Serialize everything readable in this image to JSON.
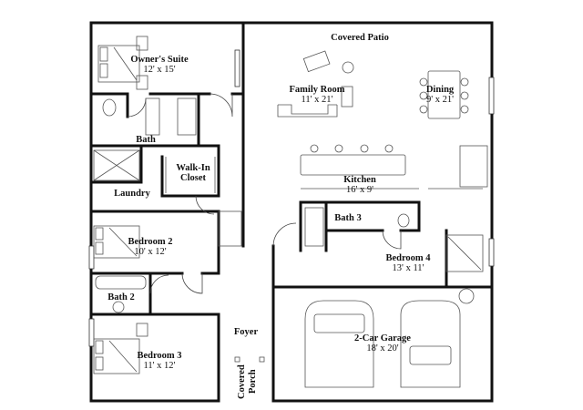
{
  "rooms": {
    "covered_patio": {
      "name": "Covered Patio"
    },
    "owners_suite": {
      "name": "Owner's Suite",
      "dims": "12' x 15'"
    },
    "family_room": {
      "name": "Family Room",
      "dims": "11' x 21'"
    },
    "dining": {
      "name": "Dining",
      "dims": "9' x 21'"
    },
    "bath": {
      "name": "Bath"
    },
    "walk_in_closet": {
      "name": "Walk-In",
      "name2": "Closet"
    },
    "laundry": {
      "name": "Laundry"
    },
    "kitchen": {
      "name": "Kitchen",
      "dims": "16' x 9'"
    },
    "bath3": {
      "name": "Bath 3"
    },
    "bedroom2": {
      "name": "Bedroom 2",
      "dims": "10' x 12'"
    },
    "bedroom4": {
      "name": "Bedroom 4",
      "dims": "13' x 11'"
    },
    "bath2": {
      "name": "Bath 2"
    },
    "foyer": {
      "name": "Foyer"
    },
    "garage": {
      "name": "2-Car Garage",
      "dims": "18' x 20'"
    },
    "bedroom3": {
      "name": "Bedroom 3",
      "dims": "11' x 12'"
    },
    "covered_porch": {
      "name": "Covered",
      "name2": "Porch"
    }
  }
}
